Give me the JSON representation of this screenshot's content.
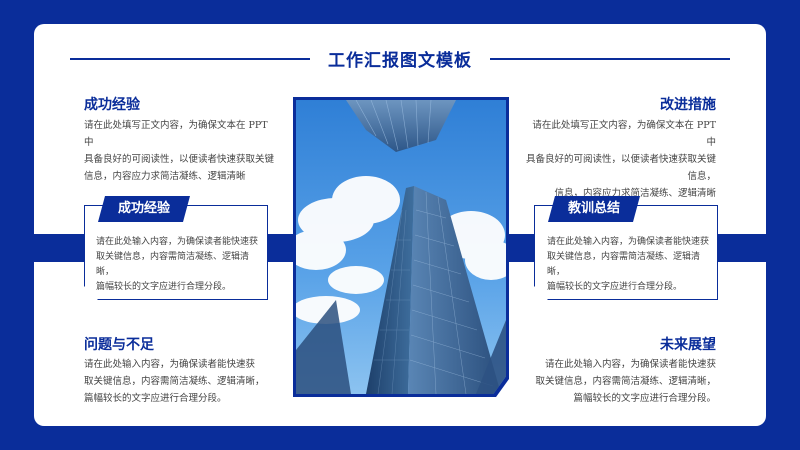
{
  "title": "工作汇报图文模板",
  "sections": {
    "top_left": {
      "heading": "成功经验",
      "lines": [
        "请在此处填写正文内容，为确保文本在 PPT 中",
        "具备良好的可阅读性，以便读者快速获取关键",
        "信息，内容应力求简洁凝练、逻辑清晰"
      ]
    },
    "top_right": {
      "heading": "改进措施",
      "lines": [
        "请在此处填写正文内容，为确保文本在 PPT 中",
        "具备良好的可阅读性，以便读者快速获取关键信息，",
        "信息，内容应力求简洁凝练、逻辑清晰"
      ]
    },
    "mid_left": {
      "heading": "成功经验",
      "lines": [
        "请在此处输入内容，为确保读者能快速获",
        "取关键信息，内容需简洁凝练、逻辑清晰，",
        "篇幅较长的文字应进行合理分段。"
      ]
    },
    "mid_right": {
      "heading": "教训总结",
      "lines": [
        "请在此处输入内容，为确保读者能快速获",
        "取关键信息，内容需简洁凝练、逻辑清晰，",
        "篇幅较长的文字应进行合理分段。"
      ]
    },
    "bottom_left": {
      "heading": "问题与不足",
      "lines": [
        "请在此处输入内容，为确保读者能快速获",
        "取关键信息，内容需简洁凝练、逻辑清晰，",
        "篇幅较长的文字应进行合理分段。"
      ]
    },
    "bottom_right": {
      "heading": "未来展望",
      "lines": [
        "请在此处输入内容，为确保读者能快速获",
        "取关键信息，内容需简洁凝练、逻辑清晰，",
        "篇幅较长的文字应进行合理分段。"
      ]
    }
  },
  "colors": {
    "brand": "#0a2d9a",
    "background": "#ffffff",
    "text": "#444444"
  }
}
